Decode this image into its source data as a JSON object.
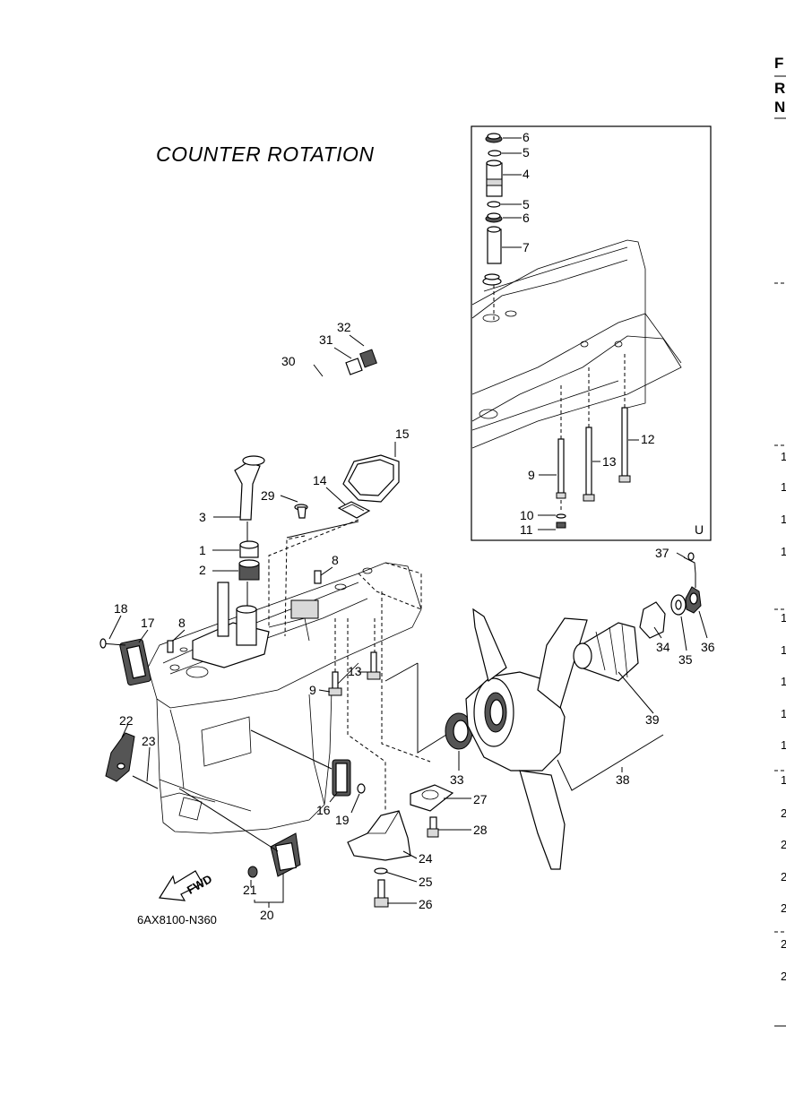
{
  "title": "COUNTER  ROTATION",
  "drawing_code": "6AX8100-N360",
  "fwd_label": "FWD",
  "inset_marker": "U",
  "callouts": {
    "c1": "1",
    "c2": "2",
    "c3": "3",
    "c4": "4",
    "c5a": "5",
    "c5b": "5",
    "c6a": "6",
    "c6b": "6",
    "c7": "7",
    "c8a": "8",
    "c8b": "8",
    "c9a": "9",
    "c9b": "9",
    "c10": "10",
    "c11": "11",
    "c12": "12",
    "c13a": "13",
    "c13b": "13",
    "c14": "14",
    "c15": "15",
    "c16": "16",
    "c17": "17",
    "c18": "18",
    "c19": "19",
    "c20": "20",
    "c21": "21",
    "c22": "22",
    "c23": "23",
    "c24": "24",
    "c25": "25",
    "c26": "26",
    "c27": "27",
    "c28": "28",
    "c29": "29",
    "c30": "30",
    "c31": "31",
    "c32": "32",
    "c33": "33",
    "c34": "34",
    "c35": "35",
    "c36": "36",
    "c37": "37",
    "c38": "38",
    "c39": "39"
  },
  "right_edge": {
    "header": [
      "F",
      "R",
      "N"
    ],
    "rows": [
      "1",
      "1",
      "1",
      "1",
      "1",
      "1",
      "1",
      "1",
      "1",
      "1",
      "2",
      "2",
      "2",
      "2",
      "2",
      "2"
    ]
  },
  "icons": [
    "fwd-arrow-icon"
  ]
}
